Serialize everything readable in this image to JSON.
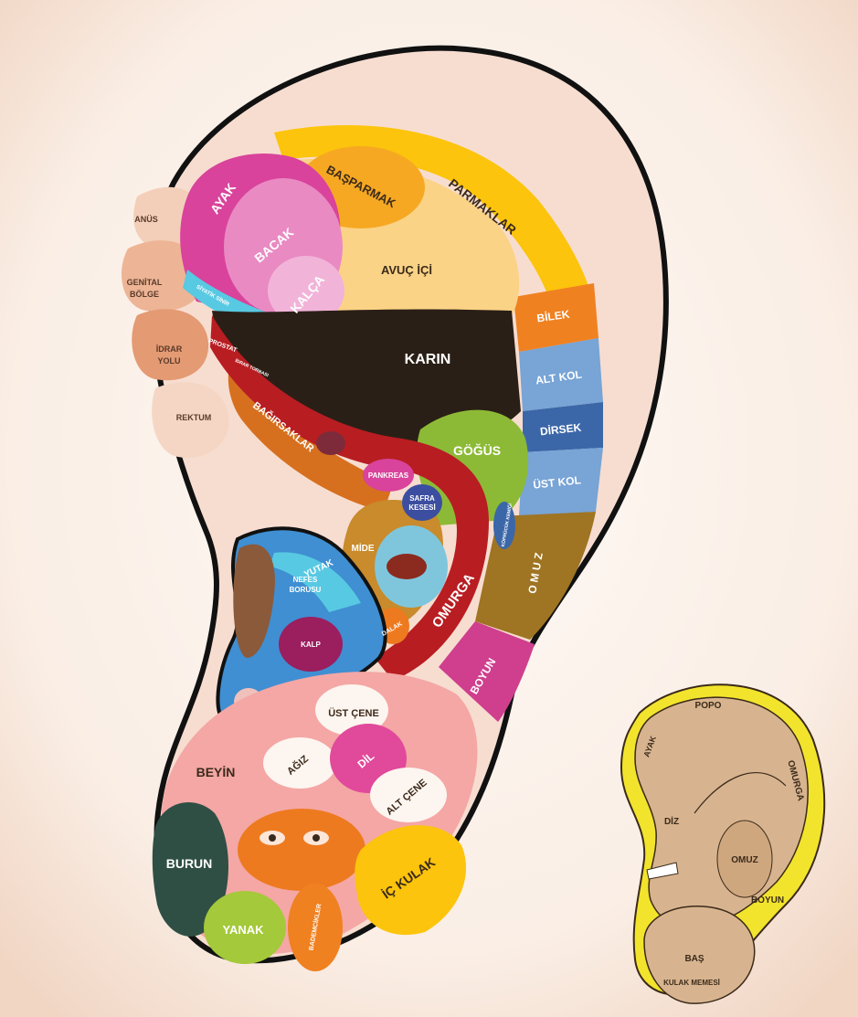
{
  "main_ear": {
    "outer_labels": {
      "anus": "ANÜS",
      "genital_1": "GENİTAL",
      "genital_2": "BÖLGE",
      "idrar_1": "İDRAR",
      "idrar_2": "YOLU",
      "rektum": "REKTUM"
    },
    "helix_labels": {
      "parmaklar": "PARMAKLAR",
      "bilek": "BİLEK",
      "alt_kol": "ALT KOL",
      "dirsek": "DİRSEK",
      "ust_kol": "ÜST KOL",
      "omuz": "O M U Z",
      "boyun": "BOYUN"
    },
    "upper_labels": {
      "ayak": "AYAK",
      "bacak": "BACAK",
      "kalca": "KALÇA",
      "basparmak": "BAŞPARMAK",
      "avuc_ici": "AVUÇ İÇİ",
      "siyatik": "SİYATİK SİNİR"
    },
    "middle_labels": {
      "karin": "KARIN",
      "gogus": "GÖĞÜS",
      "prostat": "PROSTAT",
      "idrar_torbasi": "İDRAR TORBASI",
      "bagirsaklar": "BAĞIRSAKLAR",
      "pankreas": "PANKREAS",
      "safra_1": "SAFRA",
      "safra_2": "KESESİ",
      "kopruck": "KÖPRÜCÜK KEMİĞİ",
      "mide": "MİDE",
      "omurga": "OMURGA",
      "dalak": "DALAK"
    },
    "concha_labels": {
      "yutak": "YUTAK",
      "nefes_1": "NEFES",
      "nefes_2": "BORUSU",
      "kalp": "KALP"
    },
    "lobe_labels": {
      "ust_cene": "ÜST ÇENE",
      "agiz": "AĞIZ",
      "dil": "DİL",
      "alt_cene": "ALT ÇENE",
      "beyin": "BEYİN",
      "burun": "BURUN",
      "ic_kulak": "İÇ KULAK",
      "yanak": "YANAK",
      "bademcikler": "BADEMCİKLER"
    }
  },
  "mini_ear": {
    "popo": "POPO",
    "ayak": "AYAK",
    "omurga": "OMURGA",
    "diz": "DİZ",
    "omuz": "OMUZ",
    "boyun": "BOYUN",
    "bas": "BAŞ",
    "kulak_memesi": "KULAK MEMESİ"
  },
  "colors": {
    "background": "#f6e6da",
    "skin": "#f7ddd0",
    "parmaklar": "#fcc40c",
    "basparmak": "#f6a823",
    "avuc": "#fbd386",
    "ayak": "#d9439b",
    "bacak": "#e98ac3",
    "kalca": "#f2b3d9",
    "siyatik": "#58c9e2",
    "karin": "#2a1f16",
    "gogus": "#8dba36",
    "omurga": "#b81d22",
    "bagirsak": "#d6701f",
    "bilek": "#f08121",
    "blue_light": "#78a4d6",
    "blue_dark": "#3b67a8",
    "omuz": "#9f7422",
    "boyun": "#cf3f8e",
    "concha_blue": "#3f8fd2",
    "lobe_pink": "#f4a7a5",
    "burun": "#2f4f45",
    "gozler": "#ee7a1f",
    "yanak": "#a4c93a",
    "dil": "#e1499a",
    "mini_fill": "#d7b48f",
    "mini_yellow": "#f2e42c"
  }
}
